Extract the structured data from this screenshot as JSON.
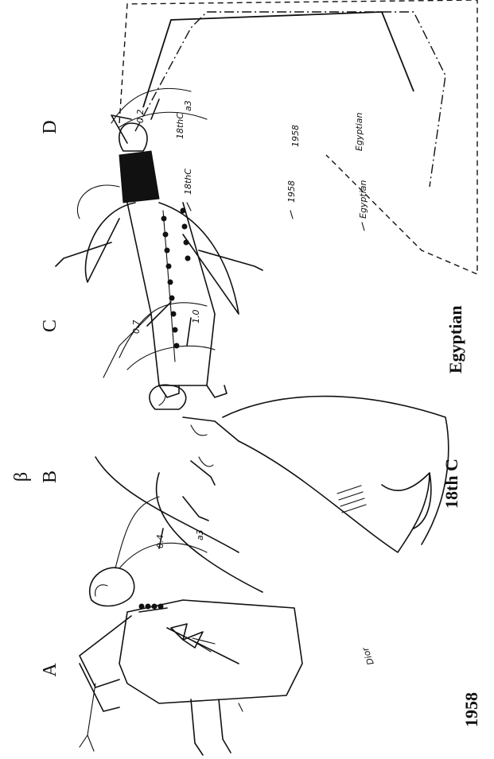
{
  "figure": {
    "letters": [
      "A",
      "B",
      "C",
      "D"
    ],
    "beta": "β",
    "captions": {
      "a": "1958",
      "b": "18th C",
      "c": "Egyptian"
    },
    "pattern_labels": {
      "eighteenth": "18thC",
      "fiftyeight": "1958",
      "egyptian": "Egyptian"
    },
    "signature": "Dior",
    "notes": {
      "a_left": "0.4",
      "a_right": "a3",
      "b_left": "0.7",
      "b_right": "1.0",
      "c_left": "0.2",
      "c_right": "a3"
    }
  }
}
